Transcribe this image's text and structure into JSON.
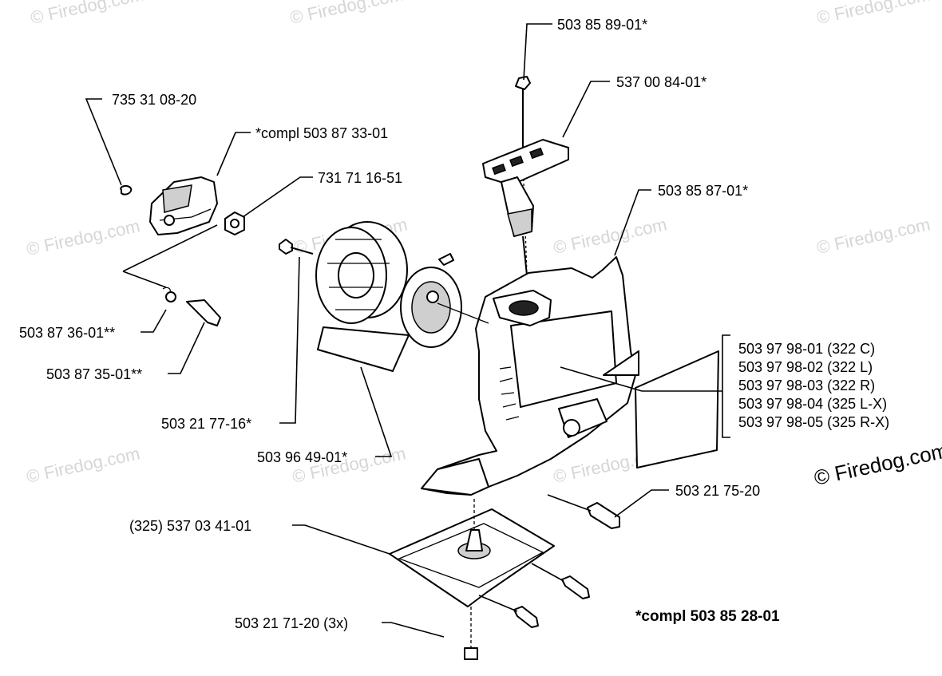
{
  "labels": {
    "l_503858901": "503 85 89-01*",
    "l_537008401": "537 00 84-01*",
    "l_735310820": "735 31 08-20",
    "l_compl_503873301": "*compl 503 87 33-01",
    "l_731711651": "731 71 16-51",
    "l_503858701": "503 85 87-01*",
    "l_503873601": "503 87 36-01**",
    "l_503873501": "503 87 35-01**",
    "l_503217716": "503 21 77-16*",
    "l_503964901": "503 96 49-01*",
    "l_503217520": "503 21 75-20",
    "l_325_537034101": "(325) 537 03 41-01",
    "l_503217120": "503 21 71-20 (3x)",
    "l_compl_503852801": "*compl 503 85 28-01"
  },
  "decal_variants": [
    "503 97 98-01 (322 C)",
    "503 97 98-02 (322 L)",
    "503 97 98-03 (322 R)",
    "503 97 98-04 (325 L-X)",
    "503 97 98-05 (325 R-X)"
  ],
  "watermark": {
    "text": "© Firedog.com",
    "corner_text": "© Firedog.com"
  }
}
